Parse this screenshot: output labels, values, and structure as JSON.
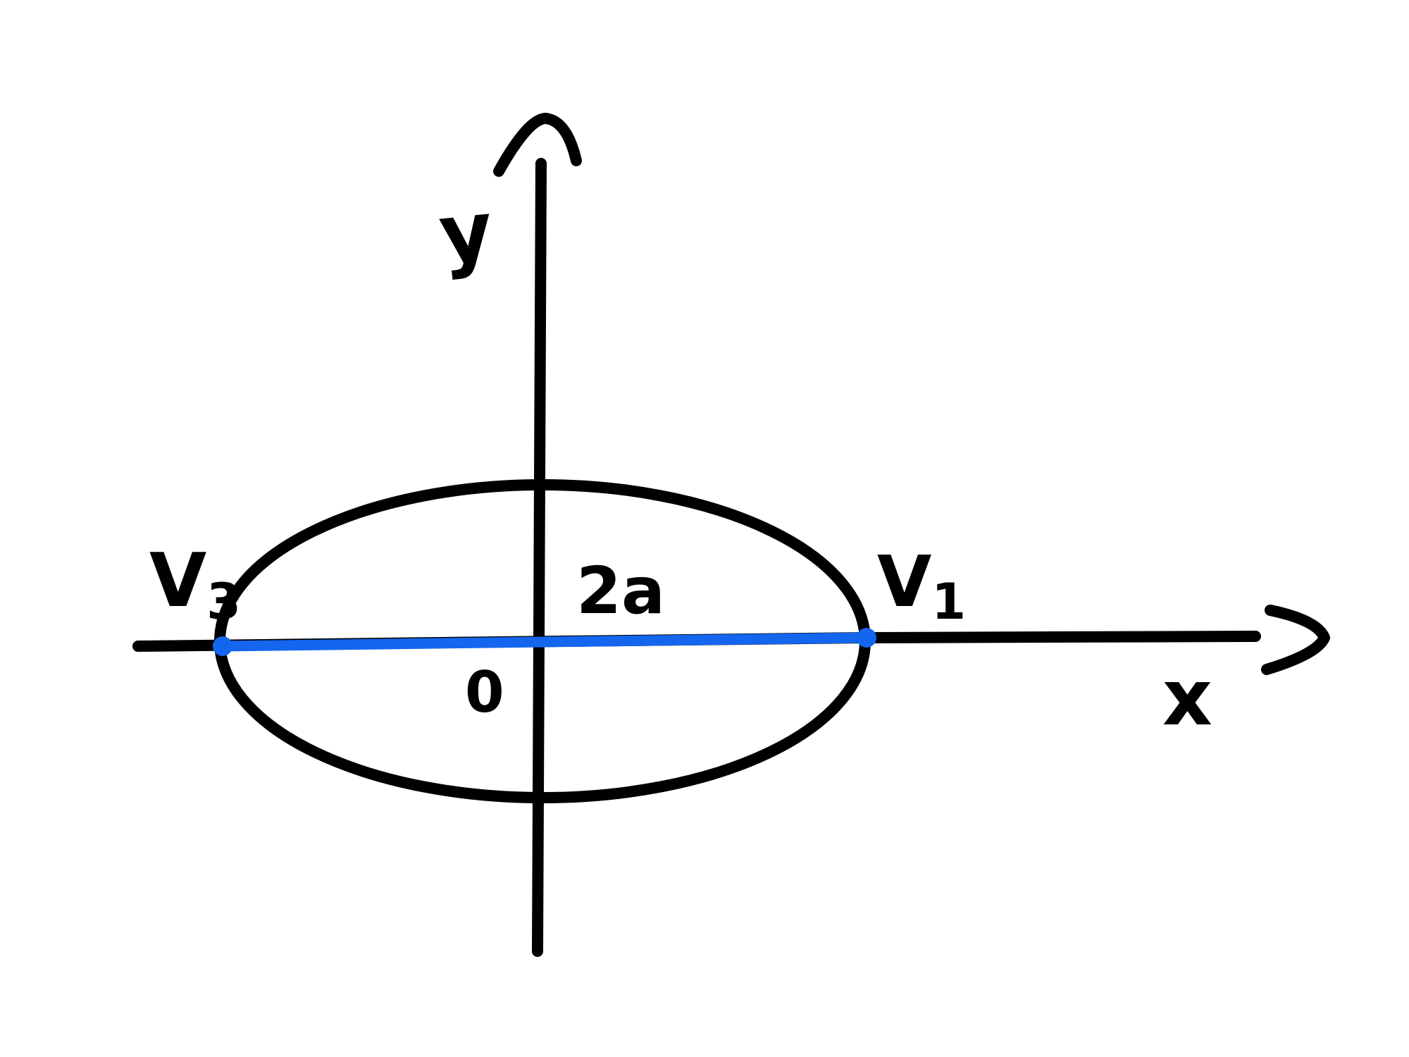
{
  "labels": {
    "x_axis": "x",
    "y_axis": "y",
    "origin": "0",
    "major_axis": "2a",
    "vertex_left": "V",
    "vertex_left_sub": "3",
    "vertex_right": "V",
    "vertex_right_sub": "1"
  },
  "colors": {
    "ink": "#000000",
    "major_axis": "#1466ee",
    "background": "#ffffff"
  }
}
